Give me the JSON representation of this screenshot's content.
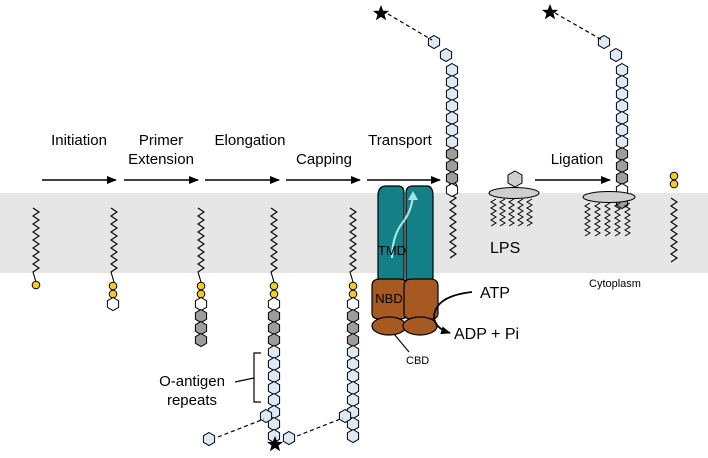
{
  "steps": [
    "Initiation",
    "Primer",
    "Extension",
    "Elongation",
    "Capping",
    "Transport",
    "Ligation"
  ],
  "labels": {
    "tmd": "TMD",
    "nbd": "NBD",
    "cbd": "CBD",
    "atp": "ATP",
    "adp": "ADP + Pi",
    "lps": "LPS",
    "cytoplasm": "Cytoplasm",
    "oantigen_line1": "O-antigen",
    "oantigen_line2": "repeats"
  },
  "colors": {
    "membrane": "#e6e6e6",
    "phosphate": "#f5cc1f",
    "sugar_blue": "#dce9f7",
    "sugar_grey": "#9d9d9d",
    "sugar_white": "#ffffff",
    "tmd": "#137f86",
    "nbd": "#a65a22",
    "lps_sugar": "#cfcfcf",
    "arrow": "#000000"
  },
  "icons": [
    "star-icon",
    "hexagon-sugar-icon",
    "phosphate-circle-icon"
  ]
}
